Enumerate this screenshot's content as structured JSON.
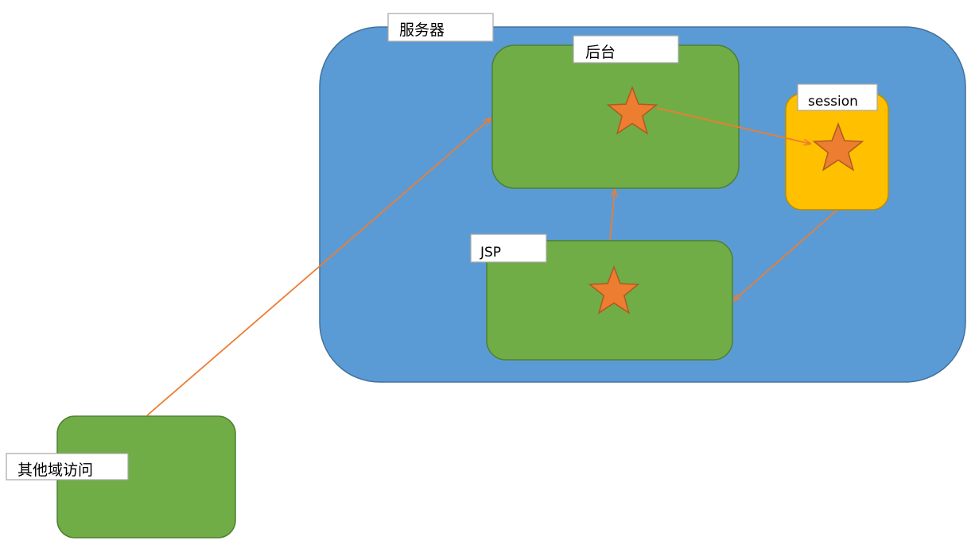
{
  "labels": {
    "server": "服务器",
    "backend": "后台",
    "session": "session",
    "jsp": "JSP",
    "other_domain": "其他域访问"
  },
  "colors": {
    "server_fill": "#5B9BD5",
    "server_stroke": "#41719C",
    "node_fill": "#70AD47",
    "node_stroke": "#507E32",
    "session_fill": "#FFC000",
    "session_stroke": "#BC8C00",
    "star_fill": "#ED7D31",
    "star_stroke": "#AE5A21",
    "arrow": "#ED7D31",
    "label_fill": "#FFFFFF",
    "label_stroke": "#A6A6A6"
  }
}
